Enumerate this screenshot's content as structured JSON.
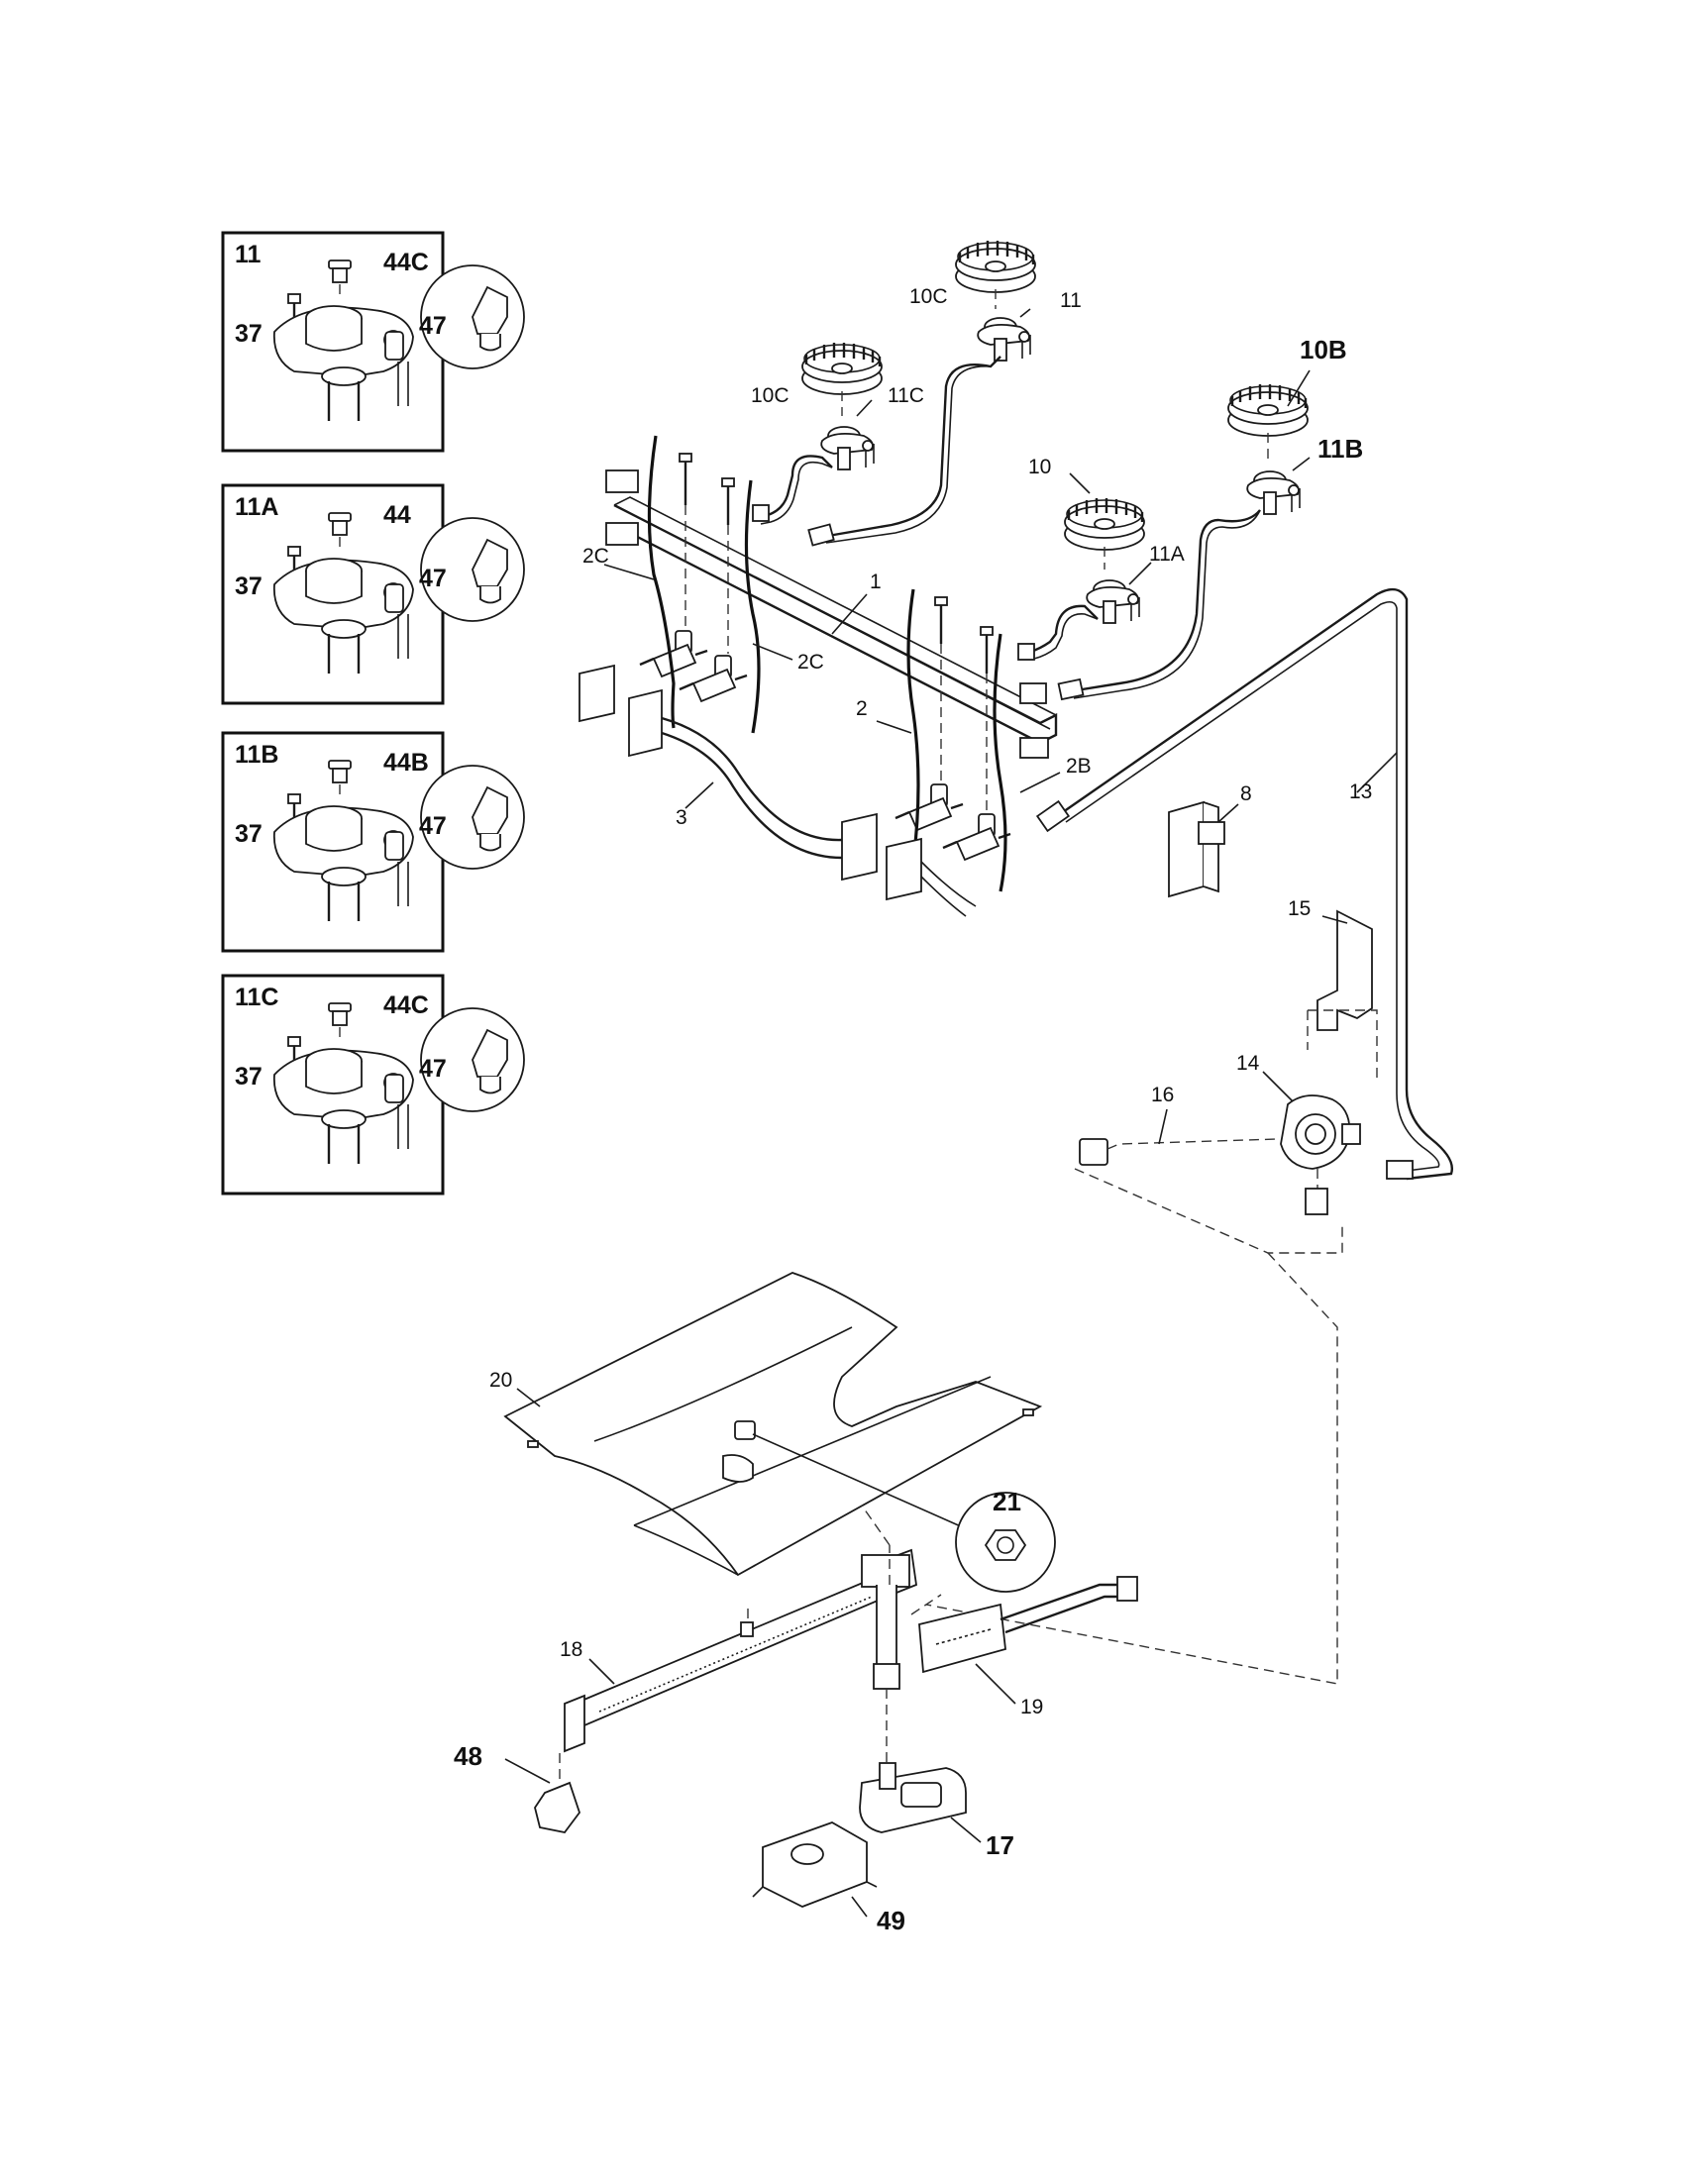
{
  "insets": [
    {
      "title": "11",
      "screw": "37",
      "cap": "44C",
      "orifice": "47"
    },
    {
      "title": "11A",
      "screw": "37",
      "cap": "44",
      "orifice": "47"
    },
    {
      "title": "11B",
      "screw": "37",
      "cap": "44B",
      "orifice": "47"
    },
    {
      "title": "11C",
      "screw": "37",
      "cap": "44C",
      "orifice": "47"
    }
  ],
  "labels": {
    "p10C_rear": "10C",
    "p11_rear": "11",
    "p10C_left": "10C",
    "p11C_left": "11C",
    "p10B": "10B",
    "p11B": "11B",
    "p10": "10",
    "p11A": "11A",
    "p2C_a": "2C",
    "p2C_b": "2C",
    "p1": "1",
    "p2": "2",
    "p2B": "2B",
    "p3": "3",
    "p8": "8",
    "p13": "13",
    "p15": "15",
    "p14": "14",
    "p16": "16",
    "p20": "20",
    "p21": "21",
    "p18": "18",
    "p19": "19",
    "p48": "48",
    "p17": "17",
    "p49": "49"
  }
}
